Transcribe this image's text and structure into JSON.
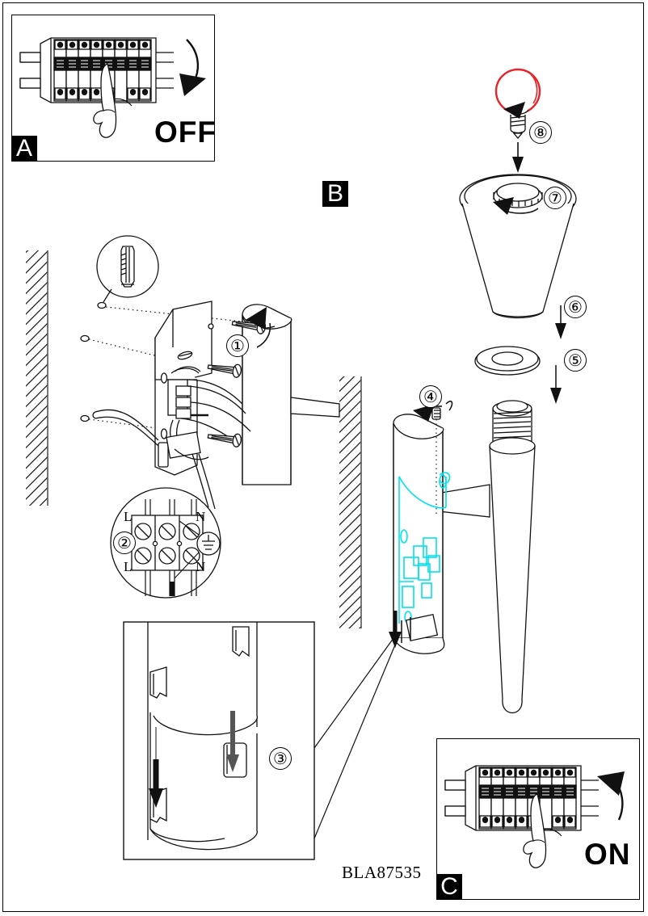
{
  "document": {
    "product_code": "BLA87535",
    "type": "wall-lamp-assembly-instructions"
  },
  "panels": [
    {
      "id": "A",
      "label": "A",
      "action_text": "OFF",
      "icon": "circuit-breaker-panel"
    },
    {
      "id": "B",
      "label": "B",
      "action_text": "",
      "icon": "main-assembly"
    },
    {
      "id": "C",
      "label": "C",
      "action_text": "ON",
      "icon": "circuit-breaker-panel"
    }
  ],
  "steps": [
    {
      "num": "①",
      "name": "mount-bracket-screws"
    },
    {
      "num": "②",
      "name": "wire-terminal-block"
    },
    {
      "num": "③",
      "name": "cover-clip-detail"
    },
    {
      "num": "④",
      "name": "set-screw"
    },
    {
      "num": "⑤",
      "name": "washer-ring"
    },
    {
      "num": "⑥",
      "name": "shade-cone"
    },
    {
      "num": "⑦",
      "name": "lamp-socket"
    },
    {
      "num": "⑧",
      "name": "install-bulb"
    }
  ],
  "terminal": {
    "labels_left": [
      "L",
      "L"
    ],
    "labels_right": [
      "N",
      "N"
    ],
    "earth_symbol": "earth-ground",
    "step": "②"
  },
  "colors": {
    "line": "#1a1a1a",
    "highlight_cyan": "#00e3f0",
    "bulb_red": "#e8232a",
    "tag_bg": "#000000",
    "tag_fg": "#ffffff"
  }
}
